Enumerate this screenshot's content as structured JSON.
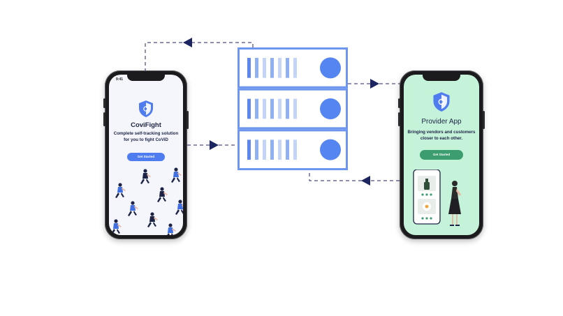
{
  "colors": {
    "arrow": "#1c2560",
    "server_stroke": "#6e96ee",
    "server_bar_dark": "#5d87ec",
    "server_bar_light": "#c4d4f7",
    "server_disk": "#5585f0",
    "left_accent": "#4f7df0",
    "right_bg": "#c4f3da",
    "right_accent": "#3c9e70"
  },
  "left_phone": {
    "status_time": "9:41",
    "logo_icon": "shield-virus-icon",
    "title": "CoviFight",
    "description": "Complete self-tracking solution for you to fight CoViD",
    "button_label": "Get Started"
  },
  "right_phone": {
    "logo_icon": "shield-virus-icon",
    "title": "Provider App",
    "description": "Bringing vendors and customers closer to each other.",
    "button_label": "Get Started"
  },
  "server": {
    "icon": "server-rack-icon",
    "units": 3
  }
}
